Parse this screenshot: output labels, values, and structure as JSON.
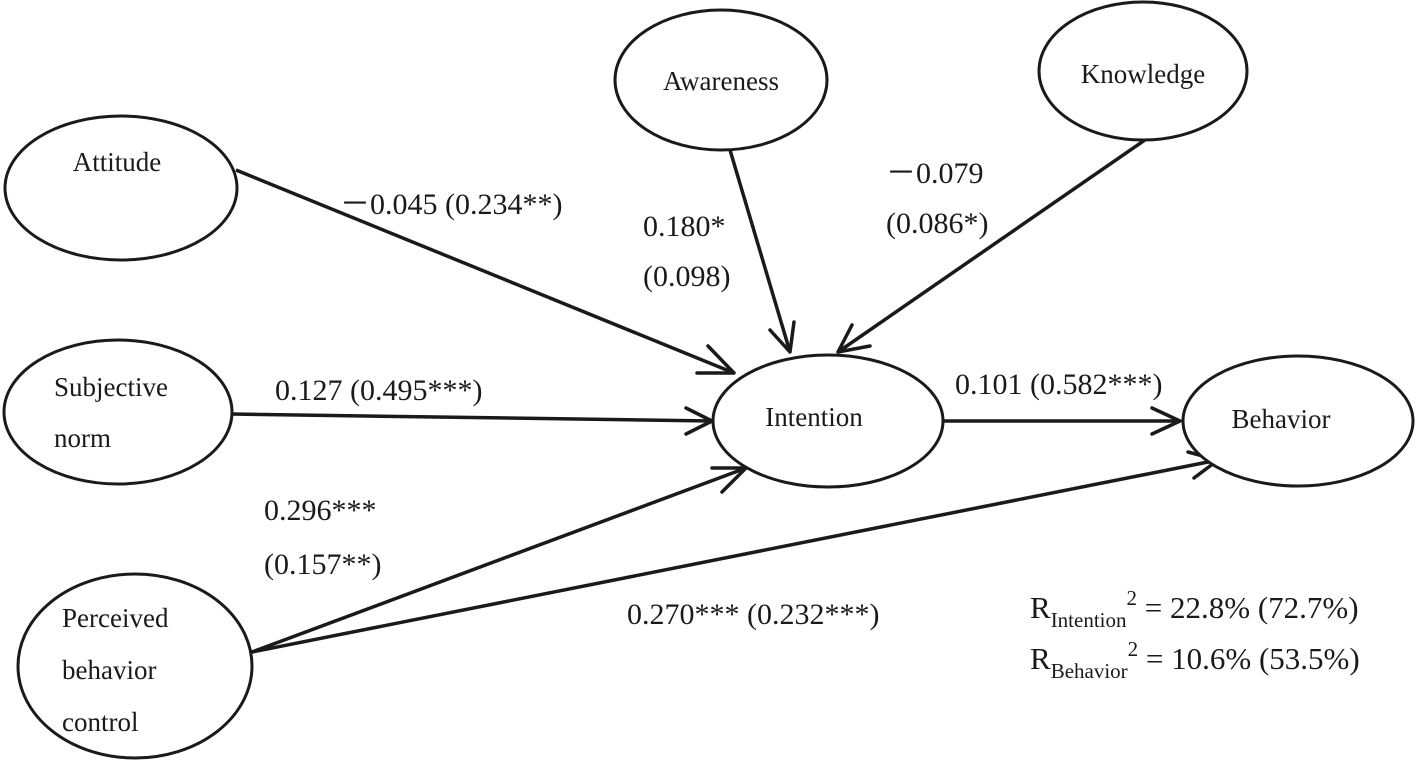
{
  "nodes": {
    "attitude": {
      "lines": [
        "Attitude"
      ]
    },
    "awareness": {
      "lines": [
        "Awareness"
      ]
    },
    "knowledge": {
      "lines": [
        "Knowledge"
      ]
    },
    "subjective_norm": {
      "lines": [
        "Subjective",
        "norm"
      ]
    },
    "intention": {
      "lines": [
        "Intention"
      ]
    },
    "behavior": {
      "lines": [
        "Behavior"
      ]
    },
    "pbc": {
      "lines": [
        "Perceived",
        "behavior",
        "control"
      ]
    }
  },
  "paths": {
    "attitude_intention": [
      "－0.045 (0.234**)"
    ],
    "awareness_intention": [
      "0.180*",
      "(0.098)"
    ],
    "knowledge_intention": [
      "－0.079",
      "(0.086*)"
    ],
    "subjective_norm_intention": [
      "0.127 (0.495***)"
    ],
    "intention_behavior": [
      "0.101 (0.582***)"
    ],
    "pbc_intention": [
      "0.296***",
      "(0.157**)"
    ],
    "pbc_behavior": [
      "0.270*** (0.232***)"
    ]
  },
  "r_squared": {
    "intention": {
      "base": "R",
      "sub": "Intention",
      "sup": "2",
      "value": " = 22.8% (72.7%)"
    },
    "behavior": {
      "base": "R",
      "sub": "Behavior",
      "sup": "2",
      "value": " = 10.6% (53.5%)"
    }
  }
}
